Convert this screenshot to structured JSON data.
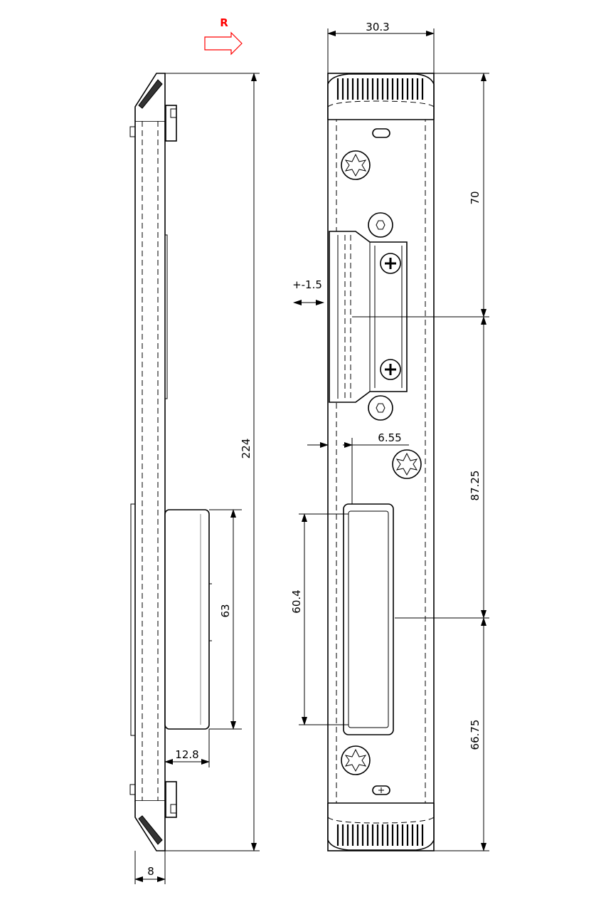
{
  "direction_marker": {
    "label": "R",
    "color": "#ff0000"
  },
  "side_view": {
    "overall_height": "224",
    "box_height": "63",
    "box_depth": "12.8",
    "plate_thickness": "8"
  },
  "front_view": {
    "width": "30.3",
    "top_to_latch": "70",
    "latch_to_slot": "87.25",
    "slot_to_bottom": "66.75",
    "slot_length": "60.4",
    "slot_offset": "6.55",
    "adjustment": "+-1.5"
  }
}
